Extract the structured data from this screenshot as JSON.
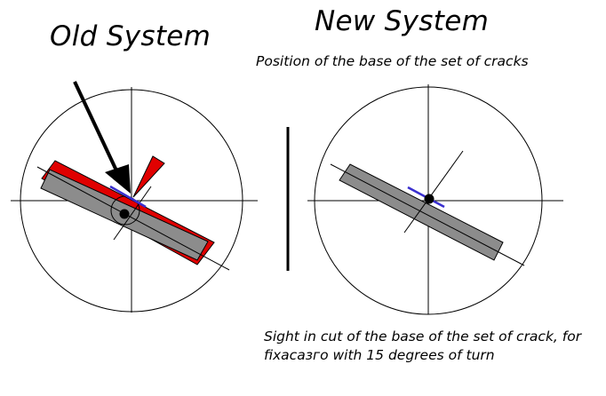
{
  "old_system": {
    "title": "Old System"
  },
  "new_system": {
    "title": "New System",
    "subtitle": "Position of the base of the set of cracks",
    "caption": "Sight in cut of the base of the set of crack, for fixacaзго with 15 degrees of turn"
  },
  "colors": {
    "line": "#000000",
    "bar_fill": "#8c8c8c",
    "old_markers": "#e00000",
    "sight_line": "#3a2fcf",
    "background": "#ffffff"
  }
}
